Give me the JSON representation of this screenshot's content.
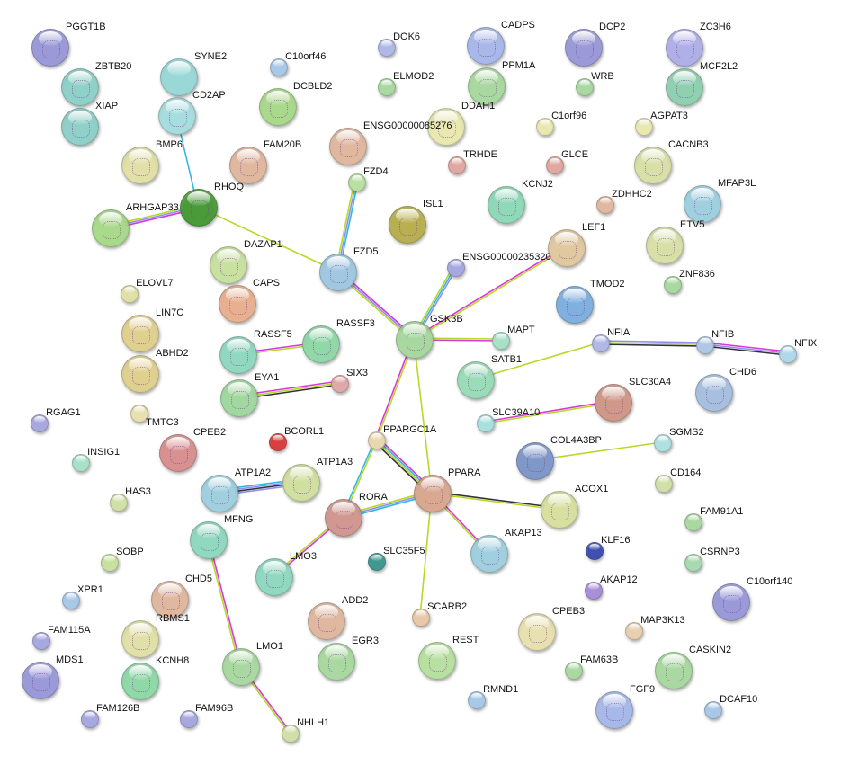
{
  "network": {
    "nodes": [
      {
        "id": "PGGT1B",
        "color": "#9a9ad8",
        "structure": true
      },
      {
        "id": "ZBTB20",
        "color": "#8fd0c8",
        "structure": true
      },
      {
        "id": "XIAP",
        "color": "#8fd0c8",
        "structure": true
      },
      {
        "id": "SYNE2",
        "color": "#9ad8d8",
        "structure": false
      },
      {
        "id": "CD2AP",
        "color": "#a8dde0",
        "structure": true
      },
      {
        "id": "C10orf46",
        "color": "#a8c8e8",
        "structure": false
      },
      {
        "id": "DCBLD2",
        "color": "#a9d98a",
        "structure": true
      },
      {
        "id": "BMP6",
        "color": "#e0e0a8",
        "structure": true
      },
      {
        "id": "FAM20B",
        "color": "#e0b8a0",
        "structure": true
      },
      {
        "id": "RHOQ",
        "color": "#4a9a3a",
        "structure": true
      },
      {
        "id": "ARHGAP33",
        "color": "#a9d98a",
        "structure": true
      },
      {
        "id": "DAZAP1",
        "color": "#c8e0a0",
        "structure": true
      },
      {
        "id": "CAPS",
        "color": "#e8b090",
        "structure": true
      },
      {
        "id": "ELOVL7",
        "color": "#e0e0a8",
        "structure": false
      },
      {
        "id": "LIN7C",
        "color": "#e0d090",
        "structure": true
      },
      {
        "id": "ABHD2",
        "color": "#e0d090",
        "structure": true
      },
      {
        "id": "TMTC3",
        "color": "#e8e0b0",
        "structure": false
      },
      {
        "id": "RGAG1",
        "color": "#a8a8e0",
        "structure": false
      },
      {
        "id": "INSIG1",
        "color": "#a8e0c8",
        "structure": false
      },
      {
        "id": "HAS3",
        "color": "#d0e0a8",
        "structure": false
      },
      {
        "id": "SOBP",
        "color": "#c8e0a0",
        "structure": false
      },
      {
        "id": "XPR1",
        "color": "#a8c8e8",
        "structure": false
      },
      {
        "id": "FAM115A",
        "color": "#a8a8e0",
        "structure": false
      },
      {
        "id": "MDS1",
        "color": "#9a9ad8",
        "structure": true
      },
      {
        "id": "FAM126B",
        "color": "#a8a8e0",
        "structure": false
      },
      {
        "id": "FAM96B",
        "color": "#a8a8e0",
        "structure": false
      },
      {
        "id": "CPEB2",
        "color": "#d89090",
        "structure": true
      },
      {
        "id": "ATP1A2",
        "color": "#a0d0e0",
        "structure": true
      },
      {
        "id": "ATP1A3",
        "color": "#d0e0a0",
        "structure": true
      },
      {
        "id": "MFNG",
        "color": "#90d8c0",
        "structure": true
      },
      {
        "id": "LMO3",
        "color": "#90d8c0",
        "structure": true
      },
      {
        "id": "CHD5",
        "color": "#e0b8a0",
        "structure": true
      },
      {
        "id": "RBMS1",
        "color": "#e0e0a8",
        "structure": true
      },
      {
        "id": "KCNH8",
        "color": "#90d8a8",
        "structure": true
      },
      {
        "id": "LMO1",
        "color": "#a9d9a0",
        "structure": true
      },
      {
        "id": "NHLH1",
        "color": "#d0e0a8",
        "structure": false
      },
      {
        "id": "ADD2",
        "color": "#e0b8a0",
        "structure": true
      },
      {
        "id": "EGR3",
        "color": "#a9d9a0",
        "structure": true
      },
      {
        "id": "RASSF5",
        "color": "#90d8c0",
        "structure": true
      },
      {
        "id": "RASSF3",
        "color": "#90d8a8",
        "structure": true
      },
      {
        "id": "EYA1",
        "color": "#a0d8a0",
        "structure": true
      },
      {
        "id": "SIX3",
        "color": "#e0a8a8",
        "structure": false
      },
      {
        "id": "BCORL1",
        "color": "#d84040",
        "structure": false
      },
      {
        "id": "DOK6",
        "color": "#b0b8e8",
        "structure": false
      },
      {
        "id": "ELMOD2",
        "color": "#a9d9a0",
        "structure": false
      },
      {
        "id": "ENSG00000085276",
        "color": "#e0b8a0",
        "structure": true
      },
      {
        "id": "FZD4",
        "color": "#b8e0a0",
        "structure": false
      },
      {
        "id": "FZD5",
        "color": "#a0c8e0",
        "structure": true
      },
      {
        "id": "ISL1",
        "color": "#b8b050",
        "structure": true
      },
      {
        "id": "CADPS",
        "color": "#a8b8e8",
        "structure": true
      },
      {
        "id": "PPM1A",
        "color": "#a9d9a0",
        "structure": true
      },
      {
        "id": "DDAH1",
        "color": "#e8e8b0",
        "structure": true
      },
      {
        "id": "TRHDE",
        "color": "#e0a8a0",
        "structure": false
      },
      {
        "id": "C1orf96",
        "color": "#e8e8b0",
        "structure": false
      },
      {
        "id": "GLCE",
        "color": "#e0a8a0",
        "structure": false
      },
      {
        "id": "KCNJ2",
        "color": "#8fd8b8",
        "structure": true
      },
      {
        "id": "ENSG00000235320",
        "color": "#a8a8e0",
        "structure": false
      },
      {
        "id": "LEF1",
        "color": "#e0c8a0",
        "structure": true
      },
      {
        "id": "GSK3B",
        "color": "#a8d8a0",
        "structure": true
      },
      {
        "id": "MAPT",
        "color": "#a8e0c8",
        "structure": false
      },
      {
        "id": "SATB1",
        "color": "#9adcb8",
        "structure": true
      },
      {
        "id": "SLC39A10",
        "color": "#a8e0e0",
        "structure": false
      },
      {
        "id": "PPARGC1A",
        "color": "#e8d8b0",
        "structure": false
      },
      {
        "id": "PPARA",
        "color": "#d8a890",
        "structure": true
      },
      {
        "id": "RORA",
        "color": "#d09890",
        "structure": true
      },
      {
        "id": "SLC35F5",
        "color": "#409890",
        "structure": false
      },
      {
        "id": "SCARB2",
        "color": "#e8c8a8",
        "structure": false
      },
      {
        "id": "REST",
        "color": "#b8e0a0",
        "structure": true
      },
      {
        "id": "RMND1",
        "color": "#a8c8e8",
        "structure": false
      },
      {
        "id": "AKAP13",
        "color": "#a0d0e0",
        "structure": true
      },
      {
        "id": "COL4A3BP",
        "color": "#8098c8",
        "structure": true
      },
      {
        "id": "ACOX1",
        "color": "#d8e0a0",
        "structure": true
      },
      {
        "id": "CPEB3",
        "color": "#e8e0b0",
        "structure": true
      },
      {
        "id": "FAM63B",
        "color": "#a9d9a0",
        "structure": false
      },
      {
        "id": "KLF16",
        "color": "#4050b0",
        "structure": false
      },
      {
        "id": "AKAP12",
        "color": "#a890d8",
        "structure": false
      },
      {
        "id": "MAP3K13",
        "color": "#e8d0b0",
        "structure": false
      },
      {
        "id": "FGF9",
        "color": "#a8b8e8",
        "structure": true
      },
      {
        "id": "CASKIN2",
        "color": "#a9d9a0",
        "structure": true
      },
      {
        "id": "DCAF10",
        "color": "#a8c8e8",
        "structure": false
      },
      {
        "id": "DCP2",
        "color": "#9a9ad8",
        "structure": true
      },
      {
        "id": "WRB",
        "color": "#a9d9a0",
        "structure": false
      },
      {
        "id": "ZC3H6",
        "color": "#b0b0e8",
        "structure": true
      },
      {
        "id": "MCF2L2",
        "color": "#8fd0b0",
        "structure": true
      },
      {
        "id": "AGPAT3",
        "color": "#e8e8b0",
        "structure": false
      },
      {
        "id": "CACNB3",
        "color": "#d8e0a8",
        "structure": true
      },
      {
        "id": "ZDHHC2",
        "color": "#e0b8a0",
        "structure": false
      },
      {
        "id": "MFAP3L",
        "color": "#a0d0e0",
        "structure": true
      },
      {
        "id": "ETV5",
        "color": "#d8e0a8",
        "structure": true
      },
      {
        "id": "ZNF836",
        "color": "#a9d9a0",
        "structure": false
      },
      {
        "id": "TMOD2",
        "color": "#80b0e0",
        "structure": true
      },
      {
        "id": "NFIA",
        "color": "#b0b8e8",
        "structure": false
      },
      {
        "id": "NFIB",
        "color": "#b0c8e8",
        "structure": false
      },
      {
        "id": "NFIX",
        "color": "#b0d8e8",
        "structure": false
      },
      {
        "id": "SLC30A4",
        "color": "#d09888",
        "structure": true
      },
      {
        "id": "CHD6",
        "color": "#a8c0e0",
        "structure": true
      },
      {
        "id": "SGMS2",
        "color": "#b0e0e0",
        "structure": false
      },
      {
        "id": "CD164",
        "color": "#d0e0a8",
        "structure": false
      },
      {
        "id": "FAM91A1",
        "color": "#a9d9a0",
        "structure": false
      },
      {
        "id": "CSRNP3",
        "color": "#a9d9b0",
        "structure": false
      },
      {
        "id": "C10orf140",
        "color": "#9a9ad8",
        "structure": true
      }
    ],
    "edge_colors": {
      "database": "#30b8e0",
      "experiments": "#d838d8",
      "textmining": "#b8d828",
      "coexpression": "#333333",
      "homology": "#9090f0"
    },
    "edges": [
      {
        "source": "CD2AP",
        "target": "RHOQ",
        "channels": [
          "database"
        ]
      },
      {
        "source": "RHOQ",
        "target": "ARHGAP33",
        "channels": [
          "experiments",
          "homology",
          "textmining"
        ]
      },
      {
        "source": "RHOQ",
        "target": "FZD5",
        "channels": [
          "textmining"
        ]
      },
      {
        "source": "FZD4",
        "target": "FZD5",
        "channels": [
          "database",
          "homology",
          "textmining"
        ]
      },
      {
        "source": "FZD5",
        "target": "GSK3B",
        "channels": [
          "experiments",
          "homology",
          "textmining"
        ]
      },
      {
        "source": "GSK3B",
        "target": "ENSG00000235320",
        "channels": [
          "textmining",
          "database",
          "homology"
        ]
      },
      {
        "source": "GSK3B",
        "target": "LEF1",
        "channels": [
          "experiments",
          "textmining"
        ]
      },
      {
        "source": "GSK3B",
        "target": "MAPT",
        "channels": [
          "textmining",
          "experiments"
        ]
      },
      {
        "source": "GSK3B",
        "target": "PPARGC1A",
        "channels": [
          "textmining",
          "experiments"
        ]
      },
      {
        "source": "GSK3B",
        "target": "PPARA",
        "channels": [
          "textmining"
        ]
      },
      {
        "source": "RASSF5",
        "target": "RASSF3",
        "channels": [
          "experiments",
          "textmining"
        ]
      },
      {
        "source": "EYA1",
        "target": "SIX3",
        "channels": [
          "experiments",
          "textmining",
          "coexpression"
        ]
      },
      {
        "source": "SATB1",
        "target": "NFIA",
        "channels": [
          "textmining"
        ]
      },
      {
        "source": "NFIA",
        "target": "NFIB",
        "channels": [
          "homology",
          "textmining",
          "coexpression"
        ]
      },
      {
        "source": "NFIB",
        "target": "NFIX",
        "channels": [
          "experiments",
          "homology",
          "coexpression"
        ]
      },
      {
        "source": "SLC39A10",
        "target": "SLC30A4",
        "channels": [
          "experiments",
          "textmining"
        ]
      },
      {
        "source": "COL4A3BP",
        "target": "SGMS2",
        "channels": [
          "textmining"
        ]
      },
      {
        "source": "ATP1A2",
        "target": "ATP1A3",
        "channels": [
          "database",
          "homology",
          "coexpression",
          "homology"
        ]
      },
      {
        "source": "PPARGC1A",
        "target": "PPARA",
        "channels": [
          "experiments",
          "database",
          "textmining",
          "coexpression"
        ]
      },
      {
        "source": "PPARGC1A",
        "target": "RORA",
        "channels": [
          "textmining",
          "database"
        ]
      },
      {
        "source": "RORA",
        "target": "PPARA",
        "channels": [
          "textmining",
          "homology",
          "database"
        ]
      },
      {
        "source": "PPARA",
        "target": "ACOX1",
        "channels": [
          "coexpression",
          "textmining"
        ]
      },
      {
        "source": "PPARA",
        "target": "AKAP13",
        "channels": [
          "experiments",
          "textmining"
        ]
      },
      {
        "source": "PPARA",
        "target": "SCARB2",
        "channels": [
          "textmining"
        ]
      },
      {
        "source": "RORA",
        "target": "LMO3",
        "channels": [
          "experiments",
          "textmining"
        ]
      },
      {
        "source": "MFNG",
        "target": "LMO1",
        "channels": [
          "experiments",
          "textmining"
        ]
      },
      {
        "source": "LMO1",
        "target": "NHLH1",
        "channels": [
          "experiments",
          "textmining"
        ]
      }
    ]
  }
}
